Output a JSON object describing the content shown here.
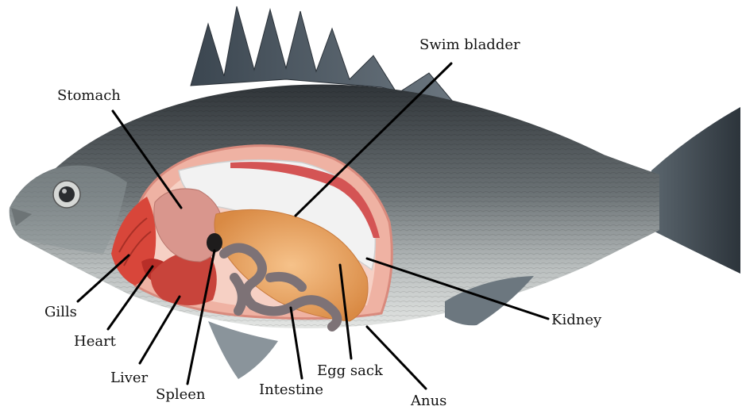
{
  "labels": {
    "swim_bladder": "Swim bladder",
    "stomach": "Stomach",
    "gills": "Gills",
    "heart": "Heart",
    "liver": "Liver",
    "spleen": "Spleen",
    "intestine": "Intestine",
    "egg_sack": "Egg sack",
    "anus": "Anus",
    "kidney": "Kidney"
  },
  "colors": {
    "body_dark": "#3f4448",
    "body_light": "#c9cdcc",
    "fin": "#4f5a63",
    "cavity": "#f0a89a",
    "gills": "#d94a3a",
    "liver": "#c7433a",
    "stomach": "#d98b82",
    "swim_bladder": "#eeeeee",
    "egg_sack": "#e9a55e",
    "intestine": "#8a7f82",
    "kidney": "#d86060",
    "leader_line": "#000000"
  }
}
